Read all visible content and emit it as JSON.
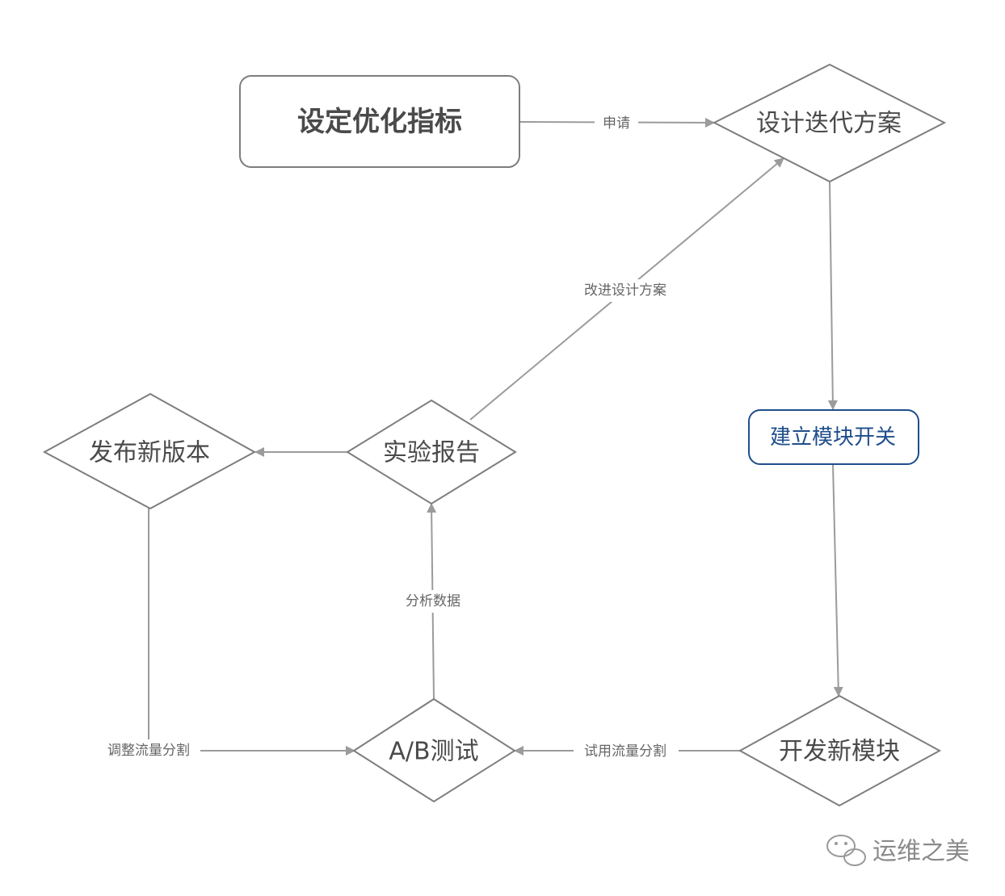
{
  "nodes": {
    "set_metrics": "设定优化指标",
    "design_plan": "设计迭代方案",
    "build_switch": "建立模块开关",
    "develop_module": "开发新模块",
    "ab_test": "A/B测试",
    "experiment_report": "实验报告",
    "release_version": "发布新版本"
  },
  "edges": {
    "apply": "申请",
    "improve_design": "改进设计方案",
    "analyze_data": "分析数据",
    "trial_traffic": "试用流量分割",
    "adjust_traffic": "调整流量分割"
  },
  "watermark": {
    "text": "运维之美",
    "icon": "wechat-icon"
  },
  "colors": {
    "node_border": "#7d7d7d",
    "edge": "#9b9b9b",
    "highlight": "#1f4e8c",
    "text": "#4a4a4a"
  }
}
